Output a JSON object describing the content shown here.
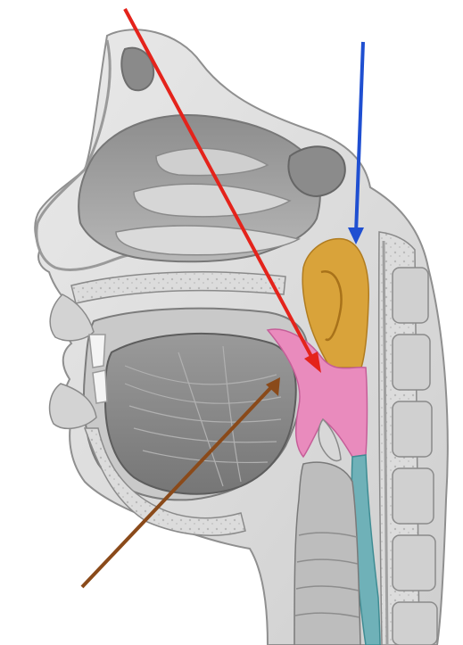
{
  "illustration": {
    "subject": "sagittal-section-head-neck",
    "regions": [
      {
        "id": "nasopharynx",
        "color": "#d9a33a"
      },
      {
        "id": "oropharynx",
        "color": "#e98bbd"
      },
      {
        "id": "laryngopharynx",
        "color": "#6fb1b8"
      }
    ],
    "arrows": [
      {
        "id": "red-arrow",
        "color": "#e4231b"
      },
      {
        "id": "blue-arrow",
        "color": "#1f4fd1"
      },
      {
        "id": "brown-arrow",
        "color": "#8a4a1a"
      }
    ]
  }
}
